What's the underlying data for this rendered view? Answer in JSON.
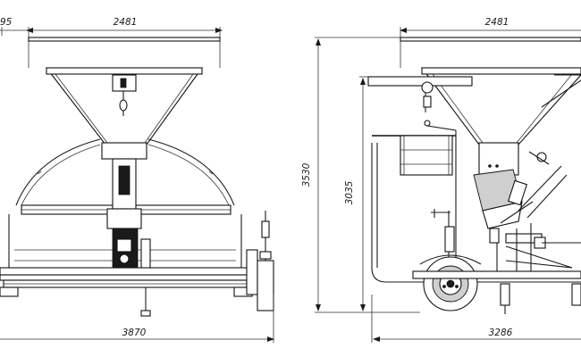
{
  "front_view": {
    "dims": {
      "top_width": "2481",
      "top_left_partial": "95",
      "bottom_width": "3870"
    }
  },
  "side_view": {
    "dims": {
      "top_width": "2481",
      "total_height": "3530",
      "frame_height": "3035",
      "bottom_length": "3286"
    }
  }
}
